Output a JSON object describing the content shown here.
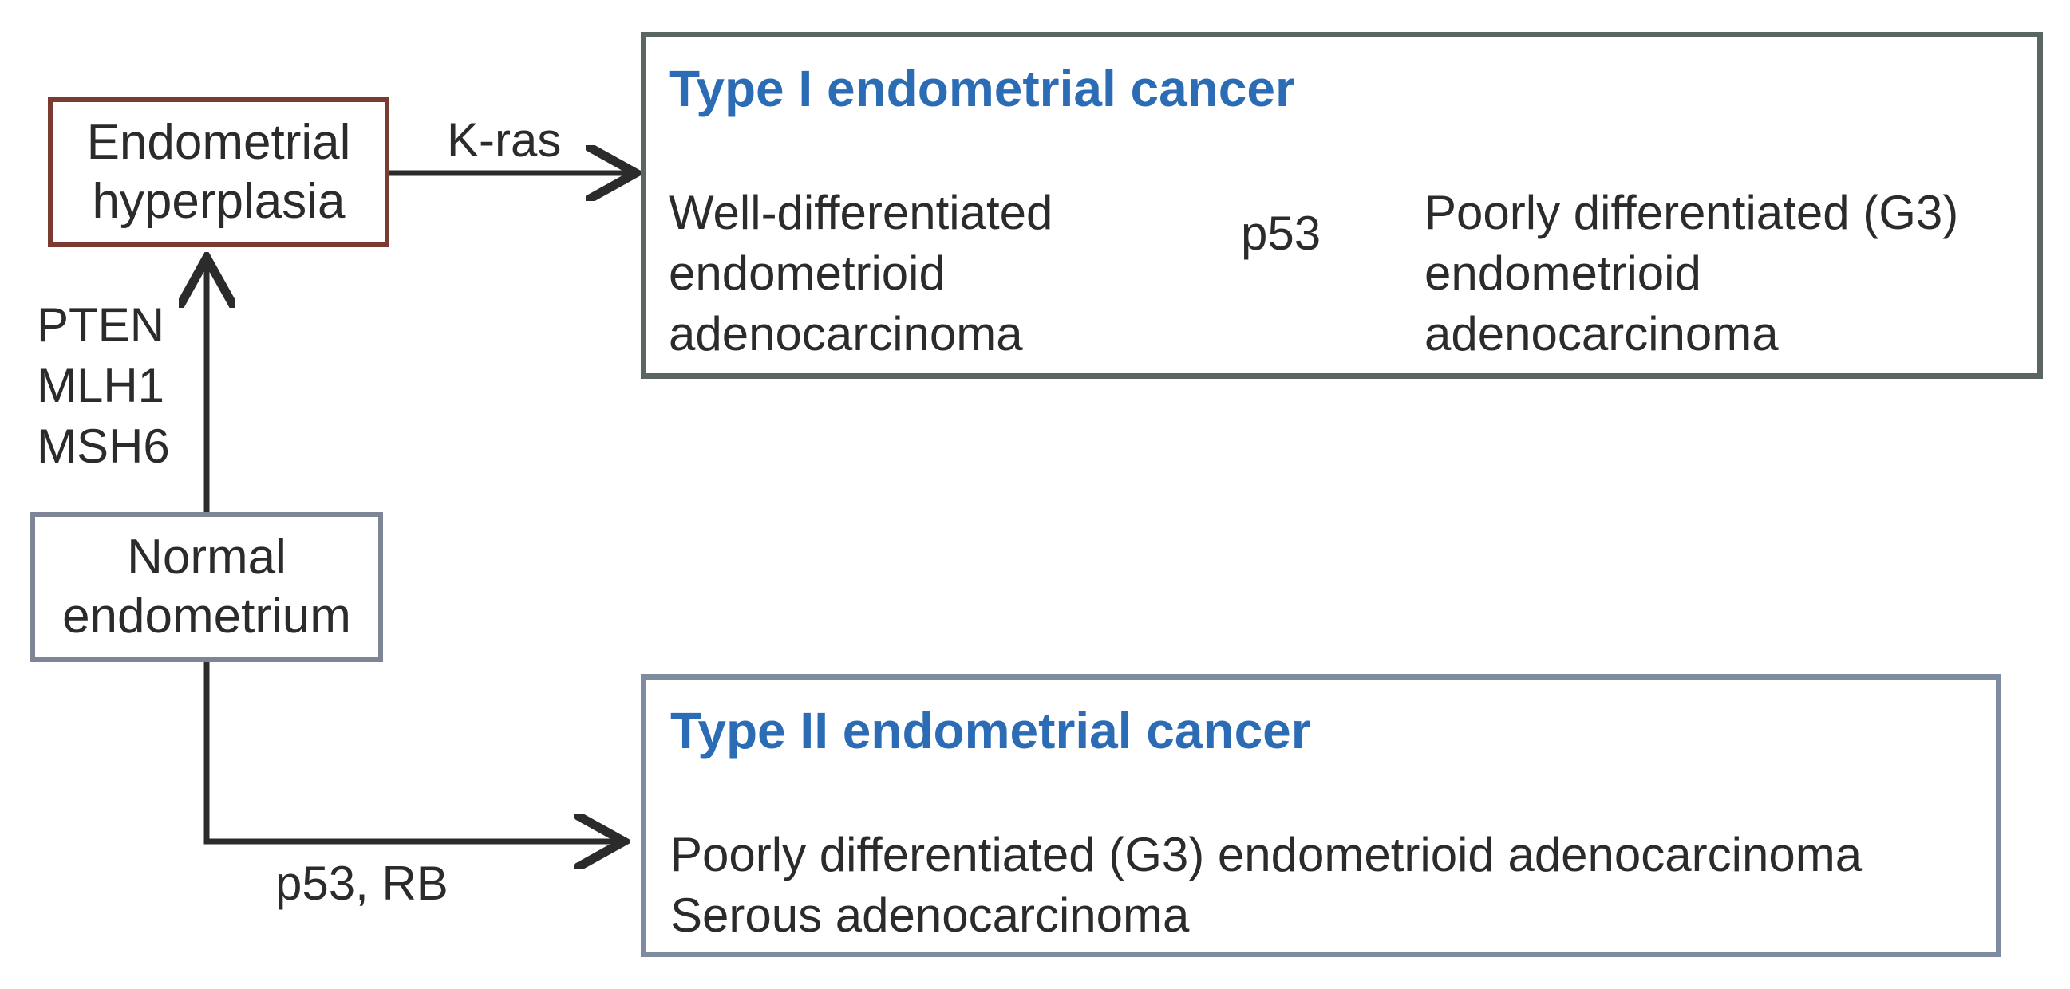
{
  "nodes": {
    "hyperplasia": {
      "label": "Endometrial\nhyperplasia"
    },
    "normal": {
      "label": "Normal\nendometrium"
    }
  },
  "type1": {
    "title": "Type I endometrial cancer",
    "stage1": "Well-differentiated\nendometrioid\nadenocarcinoma",
    "stage2": "Poorly differentiated (G3)\nendometrioid\nadenocarcinoma",
    "arrow_label": "p53"
  },
  "type2": {
    "title": "Type II endometrial cancer",
    "line1": "Poorly differentiated (G3) endometrioid adenocarcinoma",
    "line2": "Serous adenocarcinoma"
  },
  "edges": {
    "normal_to_hyperplasia": "PTEN\nMLH1\nMSH6",
    "hyperplasia_to_type1": "K-ras",
    "normal_to_type2": "p53, RB"
  },
  "colors": {
    "hyperplasia_border": "#7a3b30",
    "normal_border": "#7d8596",
    "type1_border": "#5a6760",
    "type2_border": "#7f8ba1",
    "title_blue": "#2b6cb5",
    "arrow": "#2b2b2b",
    "text": "#2b2b2b"
  }
}
